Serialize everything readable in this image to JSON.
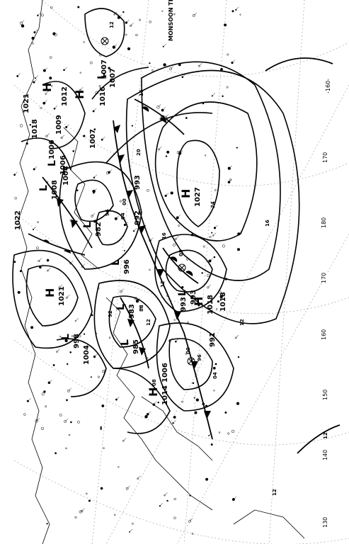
{
  "header": {
    "monsoon_label": "MONSOON TR"
  },
  "pressure_centers": [
    {
      "kind": "H",
      "value": ""
    },
    {
      "kind": "H",
      "value": ""
    },
    {
      "kind": "H",
      "value": "1027"
    },
    {
      "kind": "H",
      "value": "1021"
    },
    {
      "kind": "H",
      "value": "1018"
    },
    {
      "kind": "H",
      "value": "1014"
    },
    {
      "kind": "L",
      "value": "1007"
    },
    {
      "kind": "L",
      "value": "993"
    },
    {
      "kind": "L",
      "value": "983"
    },
    {
      "kind": "L",
      "value": "985"
    },
    {
      "kind": "L",
      "value": "996"
    },
    {
      "kind": "L",
      "value": "982"
    },
    {
      "kind": "L",
      "value": "998"
    },
    {
      "kind": "L",
      "value": "1006"
    },
    {
      "kind": "L",
      "value": "1008"
    }
  ],
  "isobar_labels": [
    "1007",
    "1016",
    "1007",
    "1012",
    "1009",
    "1018",
    "1021",
    "1022",
    "1004",
    "1006",
    "993",
    "992",
    "991",
    "1004",
    "1006",
    "1018",
    "993"
  ],
  "contour_labels": [
    "12",
    "16",
    "20",
    "24",
    "16",
    "12",
    "08",
    "04",
    "00",
    "96",
    "92",
    "88",
    "20",
    "16",
    "12",
    "08",
    "04",
    "00",
    "96"
  ],
  "meridian_labels": [
    "-160-",
    "170",
    "180",
    "170",
    "160",
    "150",
    "140",
    "130"
  ],
  "small_labels": [
    "12",
    "12",
    "12"
  ]
}
